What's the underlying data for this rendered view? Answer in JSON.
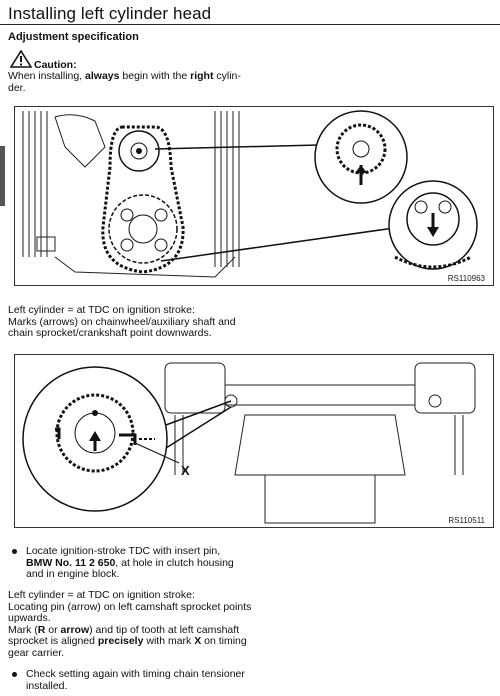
{
  "title": "Installing left cylinder head",
  "section_heading": "Adjustment specification",
  "caution": {
    "heading": "Caution:",
    "line1": {
      "pre": "When installing, ",
      "bold1": "always",
      "mid": " begin with the ",
      "bold2": "right",
      "post": " cylin-"
    },
    "line2": "der."
  },
  "figure1": {
    "code": "RS110963"
  },
  "figure2": {
    "code": "RS110511",
    "callout_x": "X"
  },
  "para1": {
    "line1": "Left cylinder = at TDC on ignition stroke:",
    "line2": "Marks (arrows) on chainwheel/auxiliary shaft and",
    "line3": "chain sprocket/crankshaft point downwards."
  },
  "bullet1": {
    "line1": "Locate ignition-stroke TDC with insert pin,",
    "tool": "BMW No. 11 2 650",
    "line2_post": ", at hole in clutch housing",
    "line3": "and in engine block."
  },
  "para2": {
    "line1": "Left cylinder = at TDC on ignition stroke:",
    "line2": "Locating pin (arrow) on left camshaft sprocket points",
    "line3": "upwards.",
    "line4_pre": "Mark (",
    "line4_r": "R",
    "line4_or": " or ",
    "line4_arrow": "arrow",
    "line4_post": ") and tip of tooth at left camshaft",
    "line5_pre": "sprocket is aligned ",
    "line5_bold": "precisely",
    "line5_mid": " with mark ",
    "line5_x": "X",
    "line5_post": " on timing",
    "line6": "gear carrier."
  },
  "bullet2": {
    "line1": "Check setting again with timing chain tensioner",
    "line2": "installed."
  }
}
